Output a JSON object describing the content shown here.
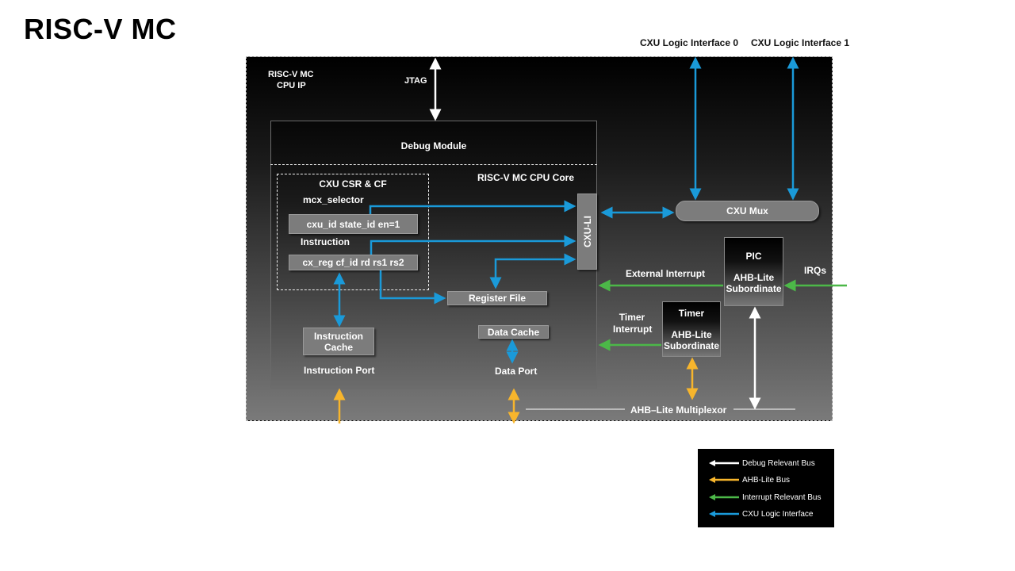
{
  "page": {
    "title": "RISC-V MC"
  },
  "colors": {
    "debug_bus": "#ffffff",
    "ahb_bus": "#f7b52c",
    "interrupt_bus": "#4cb848",
    "cxu_interface": "#1a9ad9"
  },
  "diagram": {
    "external_labels": {
      "cxu_li_0": "CXU Logic Interface 0",
      "cxu_li_1": "CXU Logic Interface 1"
    },
    "ip_label_line1": "RISC-V MC",
    "ip_label_line2": "CPU IP",
    "jtag": "JTAG",
    "debug_module": "Debug Module",
    "cpu_core": "RISC-V MC CPU Core",
    "csr": {
      "title": "CXU CSR & CF",
      "mcx_selector": "mcx_selector",
      "selector_fields": "cxu_id state_id en=1",
      "instruction": "Instruction",
      "instruction_fields": "cx_reg cf_id rd rs1 rs2"
    },
    "cxu_li": "CXU-LI",
    "register_file": "Register File",
    "instruction_cache_line1": "Instruction",
    "instruction_cache_line2": "Cache",
    "instruction_port": "Instruction Port",
    "data_cache": "Data Cache",
    "data_port": "Data Port",
    "cxu_mux": "CXU Mux",
    "pic": {
      "title": "PIC",
      "line1": "AHB-Lite",
      "line2": "Subordinate"
    },
    "timer": {
      "title": "Timer",
      "line1": "AHB-Lite",
      "line2": "Subordinate"
    },
    "external_interrupt": "External Interrupt",
    "irqs": "IRQs",
    "timer_interrupt_line1": "Timer",
    "timer_interrupt_line2": "Interrupt",
    "ahb_mux": "AHB–Lite Multiplexor"
  },
  "legend": {
    "items": [
      {
        "label": "Debug Relevant Bus",
        "bus": "debug"
      },
      {
        "label": "AHB-Lite Bus",
        "bus": "ahb"
      },
      {
        "label": "Interrupt Relevant Bus",
        "bus": "interrupt"
      },
      {
        "label": "CXU Logic Interface",
        "bus": "cxu"
      }
    ]
  }
}
